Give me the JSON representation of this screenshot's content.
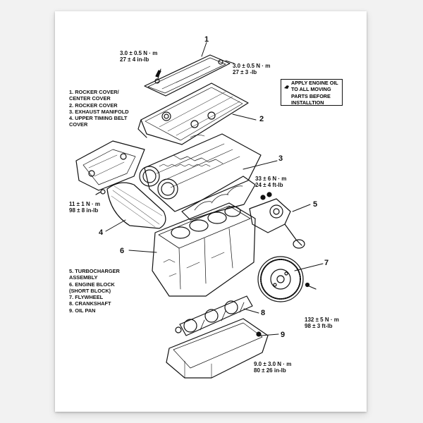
{
  "callouts": {
    "c1": "1",
    "c2": "2",
    "c3": "3",
    "c4": "4",
    "c5": "5",
    "c6": "6",
    "c7": "7",
    "c8": "8",
    "c9": "9"
  },
  "torque": {
    "t1_nm": "3.0  ±  0.5 N · m",
    "t1_in": "27  ±  4  in-lb",
    "t2_nm": "3.0  ±  0.5  N · m",
    "t2_in": "27  ±  3  -lb",
    "t3_nm": "33  ±  6  N · m",
    "t3_ft": "24  ±  4  ft-lb",
    "t4_nm": "11  ±  1  N · m",
    "t4_in": "98  ±  8  in-lb",
    "t5_nm": "132  ±  5  N · m",
    "t5_ft": "98  ±  3  ft-lb",
    "t6_nm": "9.0  ±  3.0  N · m",
    "t6_in": "80  ±  26  in-lb"
  },
  "note": {
    "line1": "APPLY ENGINE OIL",
    "line2": "TO ALL MOVING",
    "line3": "PARTS BEFORE",
    "line4": "INSTALLTION"
  },
  "legend_top": [
    "1.  ROCKER COVER/",
    "     CENTER COVER",
    "2.  ROCKER COVER",
    "3.  EXHAUST MANIFOLD",
    "4.  UPPER TIMING BELT",
    "     COVER"
  ],
  "legend_bottom": [
    "5.  TURBOCHARGER",
    "     ASSEMBLY",
    "6.  ENGINE BLOCK",
    "     (SHORT BLOCK)",
    "7.  FLYWHEEL",
    "8.  CRANKSHAFT",
    "9.  OIL PAN"
  ]
}
